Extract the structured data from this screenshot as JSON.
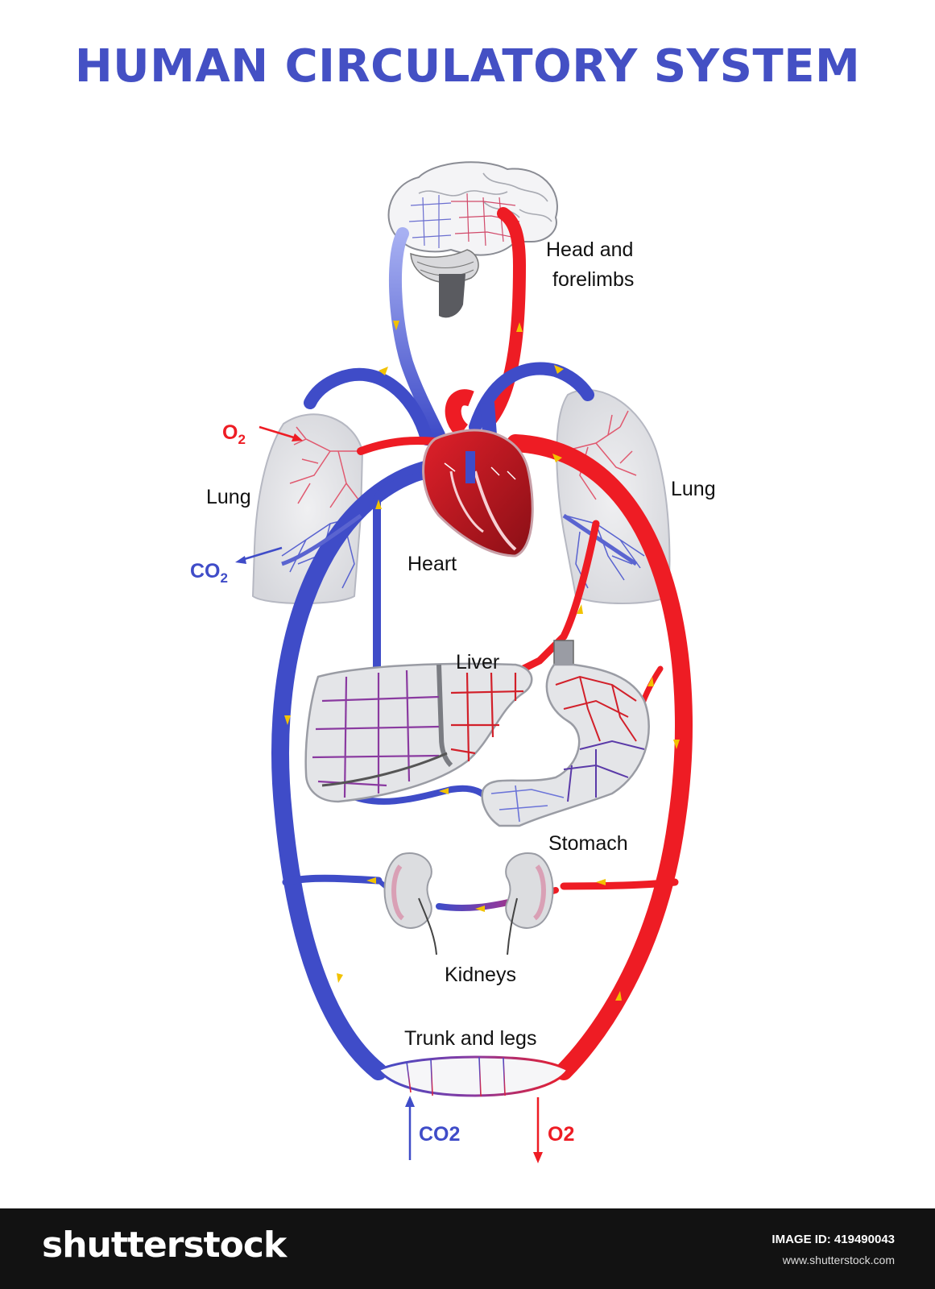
{
  "title": "HUMAN CIRCULATORY SYSTEM",
  "labels": {
    "head": "Head and",
    "head2": "forelimbs",
    "lung_left": "Lung",
    "lung_right": "Lung",
    "heart": "Heart",
    "liver": "Liver",
    "stomach": "Stomach",
    "kidneys": "Kidneys",
    "trunk": "Trunk and legs"
  },
  "gases": {
    "o2_lung": "O",
    "o2_lung_sub": "2",
    "co2_lung": "CO",
    "co2_lung_sub": "2",
    "co2_legs": "CO2",
    "o2_legs": "O2"
  },
  "colors": {
    "oxygenated": "#ee1c24",
    "deoxygenated": "#3f4cc8",
    "title": "#4450c4",
    "flow_arrow": "#f2c200"
  },
  "footer": {
    "brand": "shutterstock",
    "image_id": "IMAGE ID: 419490043",
    "site": "www.shutterstock.com"
  }
}
